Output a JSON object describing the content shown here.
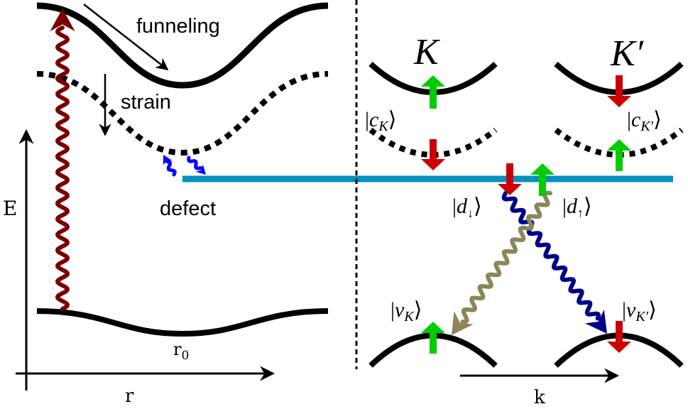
{
  "left_panel": {
    "funneling_label": "funneling",
    "strain_label": "strain",
    "defect_label": "defect",
    "energy_axis_label": "E",
    "r_axis_label": "r",
    "r0_label": {
      "base": "r",
      "sub": "0"
    }
  },
  "right_panel": {
    "valley_K": "K",
    "valley_Kprime": "K′",
    "k_axis_label": "k",
    "states": {
      "cK": {
        "open": "|",
        "base": "c",
        "sub": "K",
        "close": "⟩"
      },
      "cKp": {
        "open": "|",
        "base": "c",
        "sub": "K′",
        "close": "⟩"
      },
      "d_down": {
        "open": "|",
        "base": "d",
        "sub": "↓",
        "close": "⟩"
      },
      "d_up": {
        "open": "|",
        "base": "d",
        "sub": "↑",
        "close": "⟩"
      },
      "vK": {
        "open": "|",
        "base": "v",
        "sub": "K",
        "close": "⟩"
      },
      "vKp": {
        "open": "|",
        "base": "v",
        "sub": "K′",
        "close": "⟩"
      }
    }
  },
  "colors": {
    "spin_up": "#00cc00",
    "spin_down": "#cc0000",
    "defect_level": "#0091bd",
    "excitation": "#7a0000",
    "emission_down": "#000088",
    "emission_up": "#8c8658",
    "capture": "#0000ff"
  }
}
